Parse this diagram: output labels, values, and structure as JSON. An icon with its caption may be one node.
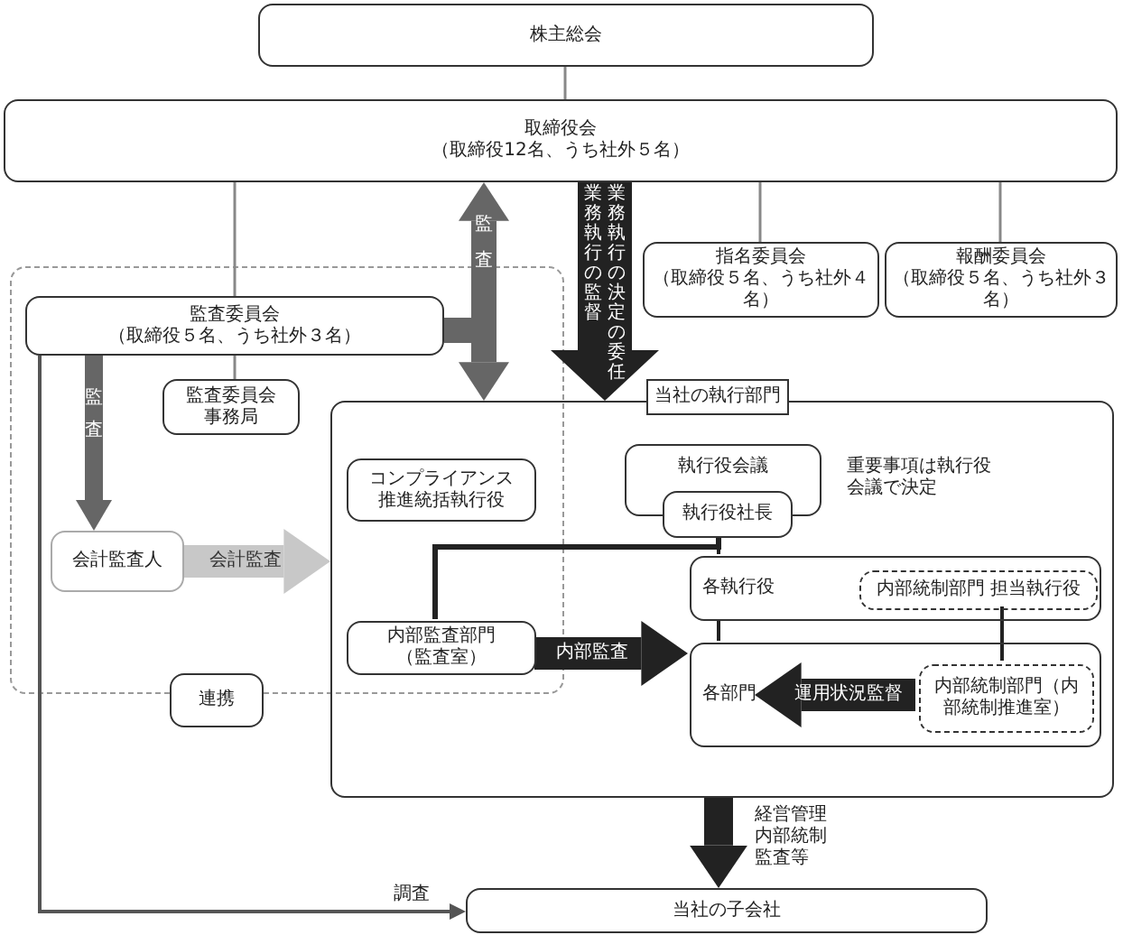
{
  "diagram": {
    "nodes": [
      {
        "text": [
          "株主総会"
        ]
      },
      {
        "text": [
          "取締役会",
          "（取締役12名、うち社外５名）"
        ]
      },
      {
        "text": [
          "指名委員会",
          "（取締役５名、うち社外４名）"
        ]
      },
      {
        "text": [
          "報酬委員会",
          "（取締役５名、うち社外３名）"
        ]
      },
      {
        "text": [
          "監査委員会",
          "（取締役５名、うち社外３名）"
        ]
      },
      {
        "text": [
          "監査委員会事務局"
        ]
      },
      {
        "text": [
          "当社の執行部門"
        ]
      },
      {
        "text": [
          "コンプライアンス推進統括執行役"
        ],
        "in": 6
      },
      {
        "text": [
          "執行役会議"
        ],
        "in": 6,
        "beside": [
          "重要事項は執行役会議で決定"
        ]
      },
      {
        "text": [
          "執行役社長"
        ],
        "in": 6
      },
      {
        "text": [
          "内部監査部門（監査室）"
        ],
        "in": 6
      },
      {
        "text": [
          "各執行役"
        ],
        "in": 6
      },
      {
        "text": [
          "内部統制部門 担当執行役"
        ],
        "in": 11
      },
      {
        "text": [
          "各部門"
        ],
        "in": 6
      },
      {
        "text": [
          "内部統制部門（内部統制推進室）"
        ],
        "in": 13
      },
      {
        "text": [
          "会計監査人"
        ]
      },
      {
        "text": [
          "連携"
        ]
      },
      {
        "text": [
          "当社の子会社"
        ]
      }
    ],
    "edges": [
      {
        "from": 0,
        "to": 1,
        "arrow": "none",
        "color": "#888888"
      },
      {
        "from": 1,
        "to": 2,
        "arrow": "none",
        "color": "#888888"
      },
      {
        "from": 1,
        "to": 3,
        "arrow": "none",
        "color": "#888888"
      },
      {
        "from": 1,
        "to": 4,
        "arrow": "none",
        "color": "#888888"
      },
      {
        "from": 4,
        "to": 1,
        "arrow": "to",
        "label": "監査",
        "style": "thick",
        "color": "#666666"
      },
      {
        "from": 4,
        "to": 6,
        "arrow": "to",
        "style": "thick",
        "color": "#666666"
      },
      {
        "from": 1,
        "to": 6,
        "arrow": "to",
        "label": "業務執行の決定の委任業務執行の監督",
        "style": "thick",
        "color": "#222222"
      },
      {
        "from": 4,
        "to": 15,
        "arrow": "to",
        "label": "監査",
        "style": "thick",
        "color": "#666666"
      },
      {
        "from": 15,
        "to": 6,
        "arrow": "to",
        "label": "会計監査",
        "style": "thick",
        "color": "#c8c8c8"
      },
      {
        "from": 4,
        "to": 17,
        "arrow": "to",
        "label": "調査",
        "color": "#555555"
      },
      {
        "from": 10,
        "to": 13,
        "arrow": "to",
        "label": "内部監査",
        "style": "thick",
        "color": "#222222"
      },
      {
        "from": 14,
        "to": 13,
        "arrow": "to",
        "label": "運用状況監督",
        "style": "thick",
        "color": "#222222"
      },
      {
        "from": 9,
        "to": 11,
        "arrow": "none",
        "color": "#222222"
      },
      {
        "from": 10,
        "to": 9,
        "arrow": "none",
        "color": "#222222"
      },
      {
        "from": 11,
        "to": 13,
        "arrow": "none",
        "color": "#222222"
      },
      {
        "from": 12,
        "to": 14,
        "arrow": "none",
        "color": "#222222"
      },
      {
        "from": 6,
        "to": 17,
        "arrow": "to",
        "label": "経営管理内部統制監査等",
        "style": "thick",
        "color": "#222222"
      },
      {
        "from": 4,
        "to": 5,
        "arrow": "none",
        "color": "#888888"
      }
    ]
  }
}
